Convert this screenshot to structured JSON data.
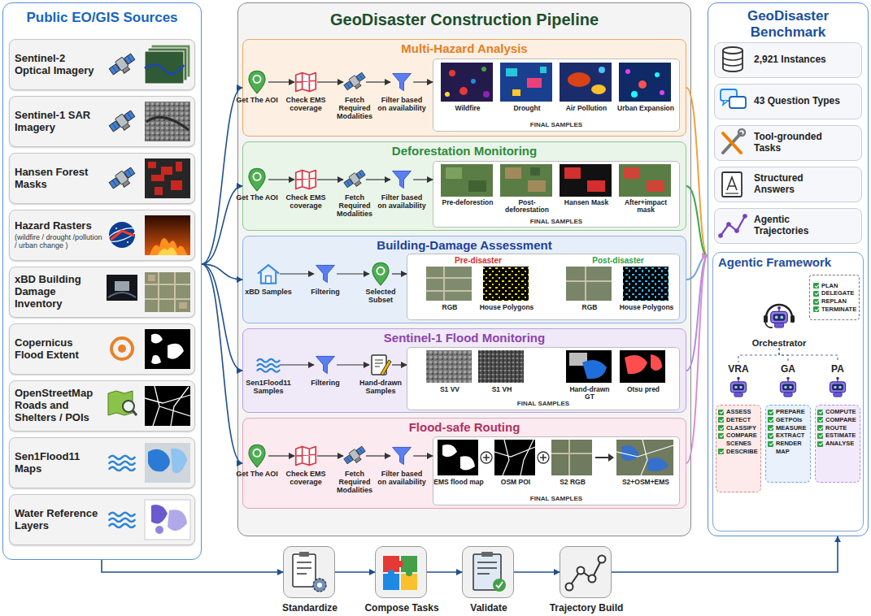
{
  "diagram": {
    "nodes": [
      {
        "text": [
          "Public EO/GIS Sources"
        ]
      },
      {
        "text": [
          "Sentinel-2 Optical Imagery"
        ],
        "in": 0
      },
      {
        "text": [
          "Sentinel-1 SAR Imagery"
        ],
        "in": 0
      },
      {
        "text": [
          "Hansen Forest Masks"
        ],
        "in": 0
      },
      {
        "text": [
          "Hazard Rasters",
          "(wildfire / drought /pollution / urban change )"
        ],
        "in": 0
      },
      {
        "text": [
          "xBD Building Damage Inventory"
        ],
        "in": 0
      },
      {
        "text": [
          "Copernicus Flood Extent"
        ],
        "in": 0
      },
      {
        "text": [
          "OpenStreetMap Roads and Shelters / POIs"
        ],
        "in": 0
      },
      {
        "text": [
          "Sen1Flood11 Maps"
        ],
        "in": 0
      },
      {
        "text": [
          "Water Reference Layers"
        ],
        "in": 0
      },
      {
        "text": [
          "GeoDisaster Construction Pipeline"
        ]
      },
      {
        "text": [
          "Multi-Hazard Analysis"
        ],
        "in": 10
      },
      {
        "text": [
          "Get The AOI"
        ],
        "in": 11
      },
      {
        "text": [
          "Check EMS coverage"
        ],
        "in": 11
      },
      {
        "text": [
          "Fetch Required Modalities"
        ],
        "in": 11
      },
      {
        "text": [
          "Filter based on availability"
        ],
        "in": 11
      },
      {
        "text": [
          "Wildfire",
          "Drought",
          "Air Pollution",
          "Urban Expansion",
          "FINAL SAMPLES"
        ],
        "in": 11
      },
      {
        "text": [
          "Deforestation Monitoring"
        ],
        "in": 10
      },
      {
        "text": [
          "Get The AOI"
        ],
        "in": 17
      },
      {
        "text": [
          "Check EMS coverage"
        ],
        "in": 17
      },
      {
        "text": [
          "Fetch Required Modalities"
        ],
        "in": 17
      },
      {
        "text": [
          "Filter based on availability"
        ],
        "in": 17
      },
      {
        "text": [
          "Pre-deforestion",
          "Post-deforestation",
          "Hansen Mask",
          "After+impact mask",
          "FINAL SAMPLES"
        ],
        "in": 17
      },
      {
        "text": [
          "Building-Damage Assessment"
        ],
        "in": 10
      },
      {
        "text": [
          "xBD Samples"
        ],
        "in": 23
      },
      {
        "text": [
          "Filtering"
        ],
        "in": 23
      },
      {
        "text": [
          "Selected Subset"
        ],
        "in": 23
      },
      {
        "text": [
          "Pre-disaster",
          "Post-disaster",
          "RGB",
          "House Polygons",
          "RGB",
          "House Polygons"
        ],
        "in": 23
      },
      {
        "text": [
          "Sentinel-1 Flood Monitoring"
        ],
        "in": 10
      },
      {
        "text": [
          "Sen1Flood11 Samples"
        ],
        "in": 28
      },
      {
        "text": [
          "Filtering"
        ],
        "in": 28
      },
      {
        "text": [
          "Hand-drawn Samples"
        ],
        "in": 28
      },
      {
        "text": [
          "S1 VV",
          "S1 VH",
          "Hand-drawn GT",
          "Otsu pred",
          "FINAL SAMPLES"
        ],
        "in": 28
      },
      {
        "text": [
          "Flood-safe Routing"
        ],
        "in": 10
      },
      {
        "text": [
          "Get The AOI"
        ],
        "in": 33
      },
      {
        "text": [
          "Check EMS coverage"
        ],
        "in": 33
      },
      {
        "text": [
          "Fetch Required Modalities"
        ],
        "in": 33
      },
      {
        "text": [
          "Filter based on availability"
        ],
        "in": 33
      },
      {
        "text": [
          "EMS flood map",
          "OSM POI",
          "S2 RGB",
          "S2+OSM+EMS",
          "FINAL SAMPLES"
        ],
        "in": 33
      },
      {
        "text": [
          "GeoDisaster Benchmark"
        ]
      },
      {
        "text": [
          "2,921 Instances"
        ],
        "in": 39
      },
      {
        "text": [
          "43 Question Types"
        ],
        "in": 39
      },
      {
        "text": [
          "Tool-grounded Tasks"
        ],
        "in": 39
      },
      {
        "text": [
          "Structured Answers"
        ],
        "in": 39
      },
      {
        "text": [
          "Agentic Trajectories"
        ],
        "in": 39
      },
      {
        "text": [
          "Agentic Framework"
        ],
        "in": 39
      },
      {
        "text": [
          "PLAN",
          "DELEGATE",
          "REPLAN",
          "TERMINATE"
        ],
        "in": 45
      },
      {
        "text": [
          "Orchestrator"
        ],
        "in": 45
      },
      {
        "text": [
          "VRA"
        ],
        "in": 45
      },
      {
        "text": [
          "ASSESS",
          "DETECT",
          "CLASSIFY",
          "COMPARE SCENES",
          "DESCRIBE"
        ],
        "in": 45
      },
      {
        "text": [
          "GA"
        ],
        "in": 45
      },
      {
        "text": [
          "PREPARE",
          "GETPOIs",
          "MEASURE",
          "EXTRACT",
          "RENDER MAP"
        ],
        "in": 45
      },
      {
        "text": [
          "PA"
        ],
        "in": 45
      },
      {
        "text": [
          "COMPUTE",
          "COMPARE",
          "ROUTE",
          "ESTIMATE",
          "ANALYSE"
        ],
        "in": 45
      },
      {
        "text": [
          "Standardize"
        ]
      },
      {
        "text": [
          "Compose Tasks"
        ]
      },
      {
        "text": [
          "Validate"
        ]
      },
      {
        "text": [
          "Trajectory Build"
        ]
      }
    ],
    "edges": [
      {
        "from": 0,
        "to": 11,
        "arrow": "to"
      },
      {
        "from": 0,
        "to": 17,
        "arrow": "to"
      },
      {
        "from": 0,
        "to": 23,
        "arrow": "to"
      },
      {
        "from": 0,
        "to": 28,
        "arrow": "to"
      },
      {
        "from": 0,
        "to": 33,
        "arrow": "to"
      },
      {
        "from": 11,
        "to": 39,
        "arrow": "to"
      },
      {
        "from": 17,
        "to": 39,
        "arrow": "to"
      },
      {
        "from": 23,
        "to": 39,
        "arrow": "to"
      },
      {
        "from": 28,
        "to": 39,
        "arrow": "to"
      },
      {
        "from": 33,
        "to": 39,
        "arrow": "to"
      },
      {
        "from": 12,
        "to": 13,
        "arrow": "to"
      },
      {
        "from": 13,
        "to": 14,
        "arrow": "to"
      },
      {
        "from": 14,
        "to": 15,
        "arrow": "to"
      },
      {
        "from": 15,
        "to": 16,
        "arrow": "to"
      },
      {
        "from": 18,
        "to": 19,
        "arrow": "to"
      },
      {
        "from": 19,
        "to": 20,
        "arrow": "to"
      },
      {
        "from": 20,
        "to": 21,
        "arrow": "to"
      },
      {
        "from": 21,
        "to": 22,
        "arrow": "to"
      },
      {
        "from": 24,
        "to": 25,
        "arrow": "to"
      },
      {
        "from": 25,
        "to": 26,
        "arrow": "to"
      },
      {
        "from": 26,
        "to": 27,
        "arrow": "to"
      },
      {
        "from": 29,
        "to": 30,
        "arrow": "to"
      },
      {
        "from": 30,
        "to": 31,
        "arrow": "to"
      },
      {
        "from": 31,
        "to": 32,
        "arrow": "to"
      },
      {
        "from": 34,
        "to": 35,
        "arrow": "to"
      },
      {
        "from": 35,
        "to": 36,
        "arrow": "to"
      },
      {
        "from": 36,
        "to": 37,
        "arrow": "to"
      },
      {
        "from": 37,
        "to": 38,
        "arrow": "to"
      },
      {
        "from": 47,
        "to": 48,
        "arrow": "none"
      },
      {
        "from": 47,
        "to": 50,
        "arrow": "none"
      },
      {
        "from": 47,
        "to": 52,
        "arrow": "none"
      },
      {
        "from": 0,
        "to": 54,
        "arrow": "to"
      },
      {
        "from": 54,
        "to": 55,
        "arrow": "to"
      },
      {
        "from": 55,
        "to": 56,
        "arrow": "to"
      },
      {
        "from": 56,
        "to": 57,
        "arrow": "to"
      },
      {
        "from": 57,
        "to": 39,
        "arrow": "to"
      }
    ]
  }
}
